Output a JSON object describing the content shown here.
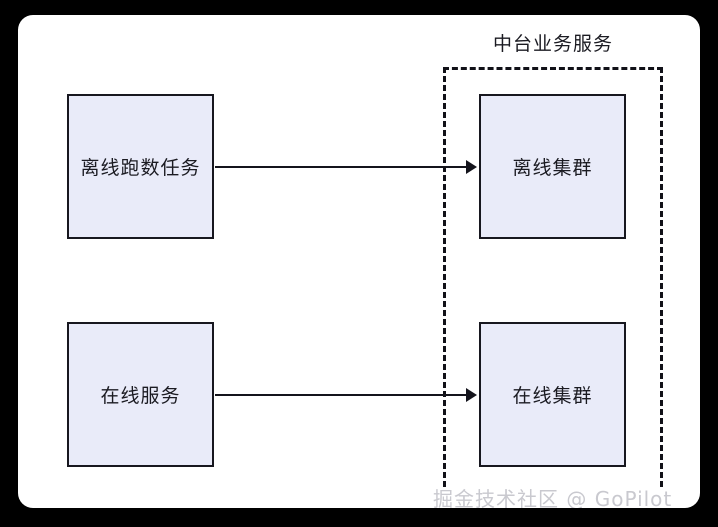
{
  "diagram": {
    "group": {
      "title": "中台业务服务"
    },
    "nodes": [
      {
        "id": "offline-task",
        "label": "离线跑数任务"
      },
      {
        "id": "online-service",
        "label": "在线服务"
      },
      {
        "id": "offline-cluster",
        "label": "离线集群"
      },
      {
        "id": "online-cluster",
        "label": "在线集群"
      }
    ],
    "edges": [
      {
        "from": "offline-task",
        "to": "offline-cluster",
        "label": ""
      },
      {
        "from": "online-service",
        "to": "online-cluster",
        "label": ""
      }
    ],
    "watermark": "掘金技术社区 @ GoPilot",
    "colors": {
      "background": "#000000",
      "canvas": "#ffffff",
      "node_fill": "#e9ebf9",
      "node_border": "#17171f",
      "arrow": "#14141c",
      "group_border": "#111118",
      "text": "#1b1b22",
      "watermark": "#c9c9cf"
    }
  }
}
